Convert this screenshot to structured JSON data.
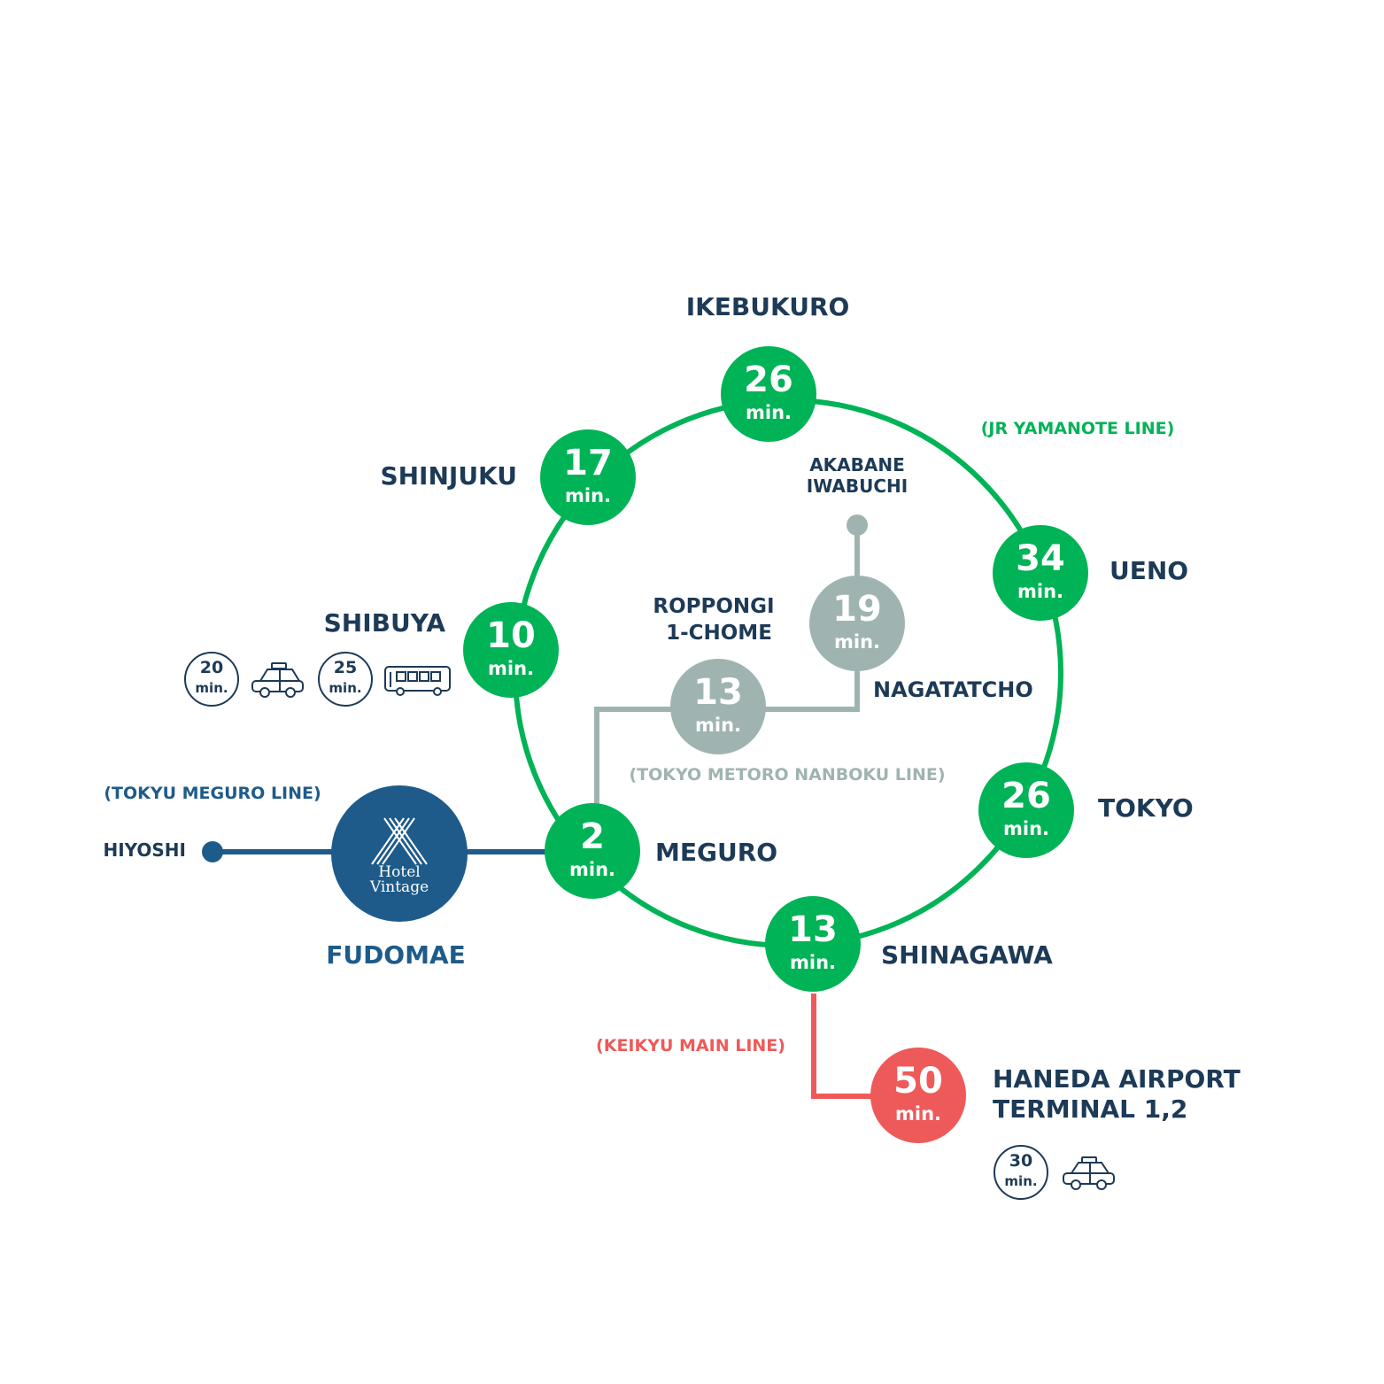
{
  "colors": {
    "yamanote": "#00b356",
    "nanboku": "#9fb4b1",
    "meguro": "#1e5b8a",
    "keikyu": "#ee5a5a",
    "text": "#1d3a57",
    "white": "#ffffff"
  },
  "unit": "min.",
  "lines": {
    "yamanote": "(JR YAMANOTE LINE)",
    "nanboku": "(TOKYO METORO NANBOKU LINE)",
    "meguro": "(TOKYU MEGURO LINE)",
    "keikyu": "(KEIKYU MAIN LINE)"
  },
  "stations": {
    "ikebukuro": {
      "name": "IKEBUKURO",
      "minutes": "26"
    },
    "shinjuku": {
      "name": "SHINJUKU",
      "minutes": "17"
    },
    "shibuya": {
      "name": "SHIBUYA",
      "minutes": "10"
    },
    "meguro": {
      "name": "MEGURO",
      "minutes": "2"
    },
    "shinagawa": {
      "name": "SHINAGAWA",
      "minutes": "13"
    },
    "tokyo": {
      "name": "TOKYO",
      "minutes": "26"
    },
    "ueno": {
      "name": "UENO",
      "minutes": "34"
    },
    "roppongi": {
      "name1": "ROPPONGI",
      "name2": "1-CHOME",
      "minutes": "13"
    },
    "nagatacho": {
      "name": "NAGATATCHO",
      "minutes": "19"
    },
    "akabane": {
      "name1": "AKABANE",
      "name2": "IWABUCHI"
    },
    "hiyoshi": {
      "name": "HIYOSHI"
    },
    "fudomae": {
      "name": "FUDOMAE"
    },
    "haneda": {
      "name1": "HANEDA AIRPORT",
      "name2": "TERMINAL 1,2",
      "minutes": "50"
    }
  },
  "hotel": {
    "line1": "Hotel",
    "line2": "Vintage",
    "logo_icon": "hotel-vintage-logo"
  },
  "shibuya_extra": {
    "taxi_minutes": "20",
    "taxi_icon": "taxi-icon",
    "bus_minutes": "25",
    "bus_icon": "bus-icon"
  },
  "haneda_extra": {
    "taxi_minutes": "30",
    "taxi_icon": "taxi-icon"
  }
}
